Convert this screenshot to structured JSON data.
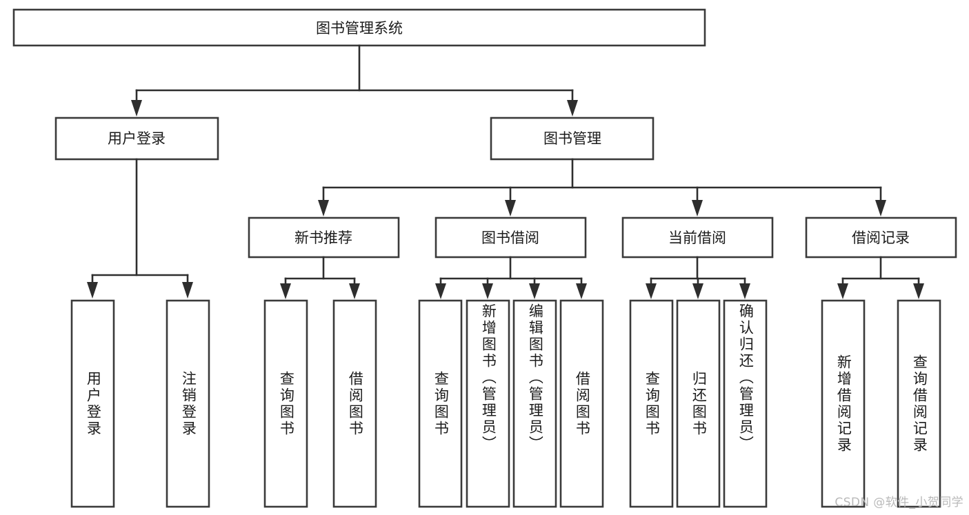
{
  "diagram": {
    "title": "图书管理系统",
    "type": "tree",
    "orientation": "top-down",
    "watermark": "CSDN @软件_小贺同学",
    "colors": {
      "box_fill": "#ffffff",
      "box_stroke": "#3a3a3a",
      "edge": "#2e2e2e",
      "text": "#1b1b1b",
      "watermark": "#b9b9b9"
    },
    "levels": {
      "root": {
        "label": "图书管理系统"
      },
      "level2": [
        {
          "label": "用户登录"
        },
        {
          "label": "图书管理"
        }
      ],
      "level3": [
        {
          "label": "新书推荐"
        },
        {
          "label": "图书借阅"
        },
        {
          "label": "当前借阅"
        },
        {
          "label": "借阅记录"
        }
      ]
    },
    "leaves": {
      "user_login": [
        {
          "label": "用户登录"
        },
        {
          "label": "注销登录"
        }
      ],
      "new_book_recommend": [
        {
          "label": "查询图书"
        },
        {
          "label": "借阅图书"
        }
      ],
      "book_borrow": [
        {
          "label": "查询图书"
        },
        {
          "label": "新增图书（管理员）"
        },
        {
          "label": "编辑图书（管理员）"
        },
        {
          "label": "借阅图书"
        }
      ],
      "current_borrow": [
        {
          "label": "查询图书"
        },
        {
          "label": "归还图书"
        },
        {
          "label": "确认归还（管理员）"
        }
      ],
      "borrow_record": [
        {
          "label": "新增借阅记录"
        },
        {
          "label": "查询借阅记录"
        }
      ]
    }
  }
}
